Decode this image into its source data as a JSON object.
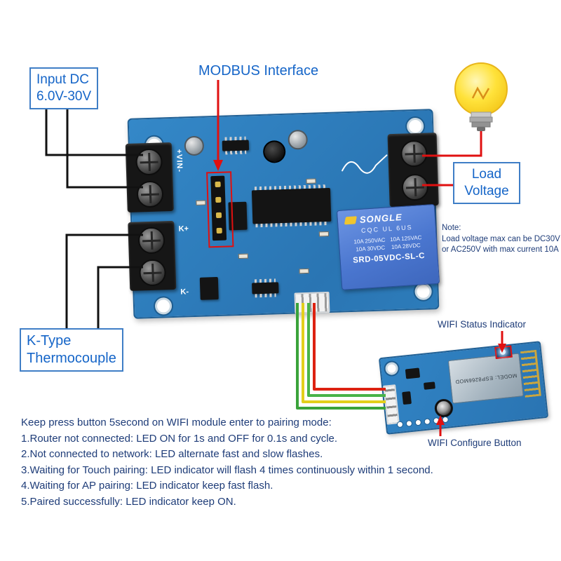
{
  "callouts": {
    "input_dc_line1": "Input DC",
    "input_dc_line2": "6.0V-30V",
    "modbus": "MODBUS Interface",
    "load_line1": "Load",
    "load_line2": "Voltage",
    "ktype_line1": "K-Type",
    "ktype_line2": "Thermocouple",
    "wifi_status": "WIFI Status Indicator",
    "wifi_configure": "WIFI Configure Button"
  },
  "note": {
    "title": "Note:",
    "line1": "Load voltage max can be DC30V",
    "line2": "or AC250V with max current 10A"
  },
  "board": {
    "vin_label": "+VIN-",
    "k_plus_label": "K+",
    "k_minus_label": "K-",
    "relay": {
      "brand": "SONGLE",
      "certs": "CQC  UL  6US",
      "ratings_line1": "10A 250VAC   10A 125VAC",
      "ratings_line2": "10A 30VDC    10A 28VDC",
      "model": "SRD-05VDC-SL-C"
    }
  },
  "wifi_module": {
    "model": "MODEL: ESP8266MOD"
  },
  "instructions": {
    "intro": "Keep press button 5second on WIFI module enter to pairing mode:",
    "items": [
      "1.Router not connected: LED ON for 1s and OFF for 0.1s and cycle.",
      "2.Not connected to network: LED alternate fast and slow flashes.",
      "3.Waiting for Touch pairing: LED indicator will flash 4 times continuously within 1 second.",
      "4.Waiting for AP pairing: LED indicator keep fast flash.",
      "5.Paired successfully: LED indicator keep ON."
    ]
  },
  "colors": {
    "callout_blue": "#1565c8",
    "navy_text": "#1e3c78",
    "pcb_blue": "#2e7cbe",
    "relay_blue": "#4a76cf",
    "wire_green": "#3aa33a",
    "wire_yellow": "#e3cf1b",
    "wire_red": "#dd2211",
    "annotation_red": "#e01010",
    "annotation_black": "#111111"
  }
}
